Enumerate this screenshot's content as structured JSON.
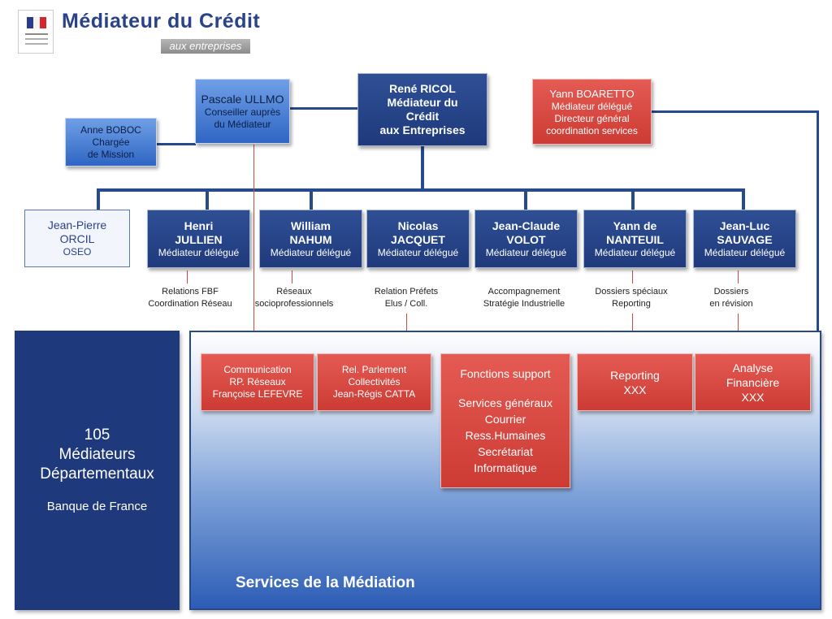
{
  "header": {
    "logo_title": "Médiateur du Crédit",
    "logo_subtitle": "aux entreprises"
  },
  "top": {
    "ricol": [
      "René RICOL",
      "Médiateur du",
      "Crédit",
      "aux Entreprises"
    ],
    "ullmo": {
      "name": "Pascale ULLMO",
      "role": [
        "Conseiller auprès",
        "du Médiateur"
      ]
    },
    "boboc": [
      "Anne BOBOC",
      "Chargée",
      "de Mission"
    ],
    "boaretto": {
      "name": "Yann BOARETTO",
      "role": [
        "Médiateur délégué",
        "Directeur général",
        "coordination services"
      ]
    }
  },
  "orcil": [
    "Jean-Pierre",
    "ORCIL",
    "OSEO"
  ],
  "delegates": [
    {
      "name": [
        "Henri",
        "JULLIEN"
      ],
      "role": "Médiateur délégué",
      "note": [
        "Relations FBF",
        "Coordination Réseau"
      ]
    },
    {
      "name": [
        "William",
        "NAHUM"
      ],
      "role": "Médiateur délégué",
      "note": [
        "Réseaux",
        "socioprofessionnels"
      ]
    },
    {
      "name": [
        "Nicolas",
        "JACQUET"
      ],
      "role": "Médiateur délégué",
      "note": [
        "Relation Préfets",
        "Elus / Coll."
      ]
    },
    {
      "name": [
        "Jean-Claude",
        "VOLOT"
      ],
      "role": "Médiateur délégué",
      "note": [
        "Accompagnement",
        "Stratégie Industrielle"
      ]
    },
    {
      "name": [
        "Yann de",
        "NANTEUIL"
      ],
      "role": "Médiateur délégué",
      "note": [
        "Dossiers spéciaux",
        "Reporting"
      ]
    },
    {
      "name": [
        "Jean-Luc",
        "SAUVAGE"
      ],
      "role": "Médiateur délégué",
      "note": [
        "Dossiers",
        "en révision"
      ]
    }
  ],
  "departmental": {
    "count": "105",
    "line1": "Médiateurs",
    "line2": "Départementaux",
    "sub": "Banque de France"
  },
  "services": {
    "title": "Services de la Médiation",
    "communication": [
      "Communication",
      "RP. Réseaux",
      "Françoise LEFEVRE"
    ],
    "parlement": [
      "Rel. Parlement",
      "Collectivités",
      "Jean-Régis  CATTA"
    ],
    "support_title": "Fonctions support",
    "support_items": [
      "Services généraux",
      "Courrier",
      "Ress.Humaines",
      "Secrétariat",
      "Informatique"
    ],
    "reporting": [
      "Reporting",
      "XXX"
    ],
    "analyse": [
      "Analyse",
      "Financière",
      "XXX"
    ]
  },
  "colors": {
    "navy": "#1f3a7c",
    "blue": "#2f66c4",
    "red": "#cc3b34",
    "line": "#264a8c"
  }
}
